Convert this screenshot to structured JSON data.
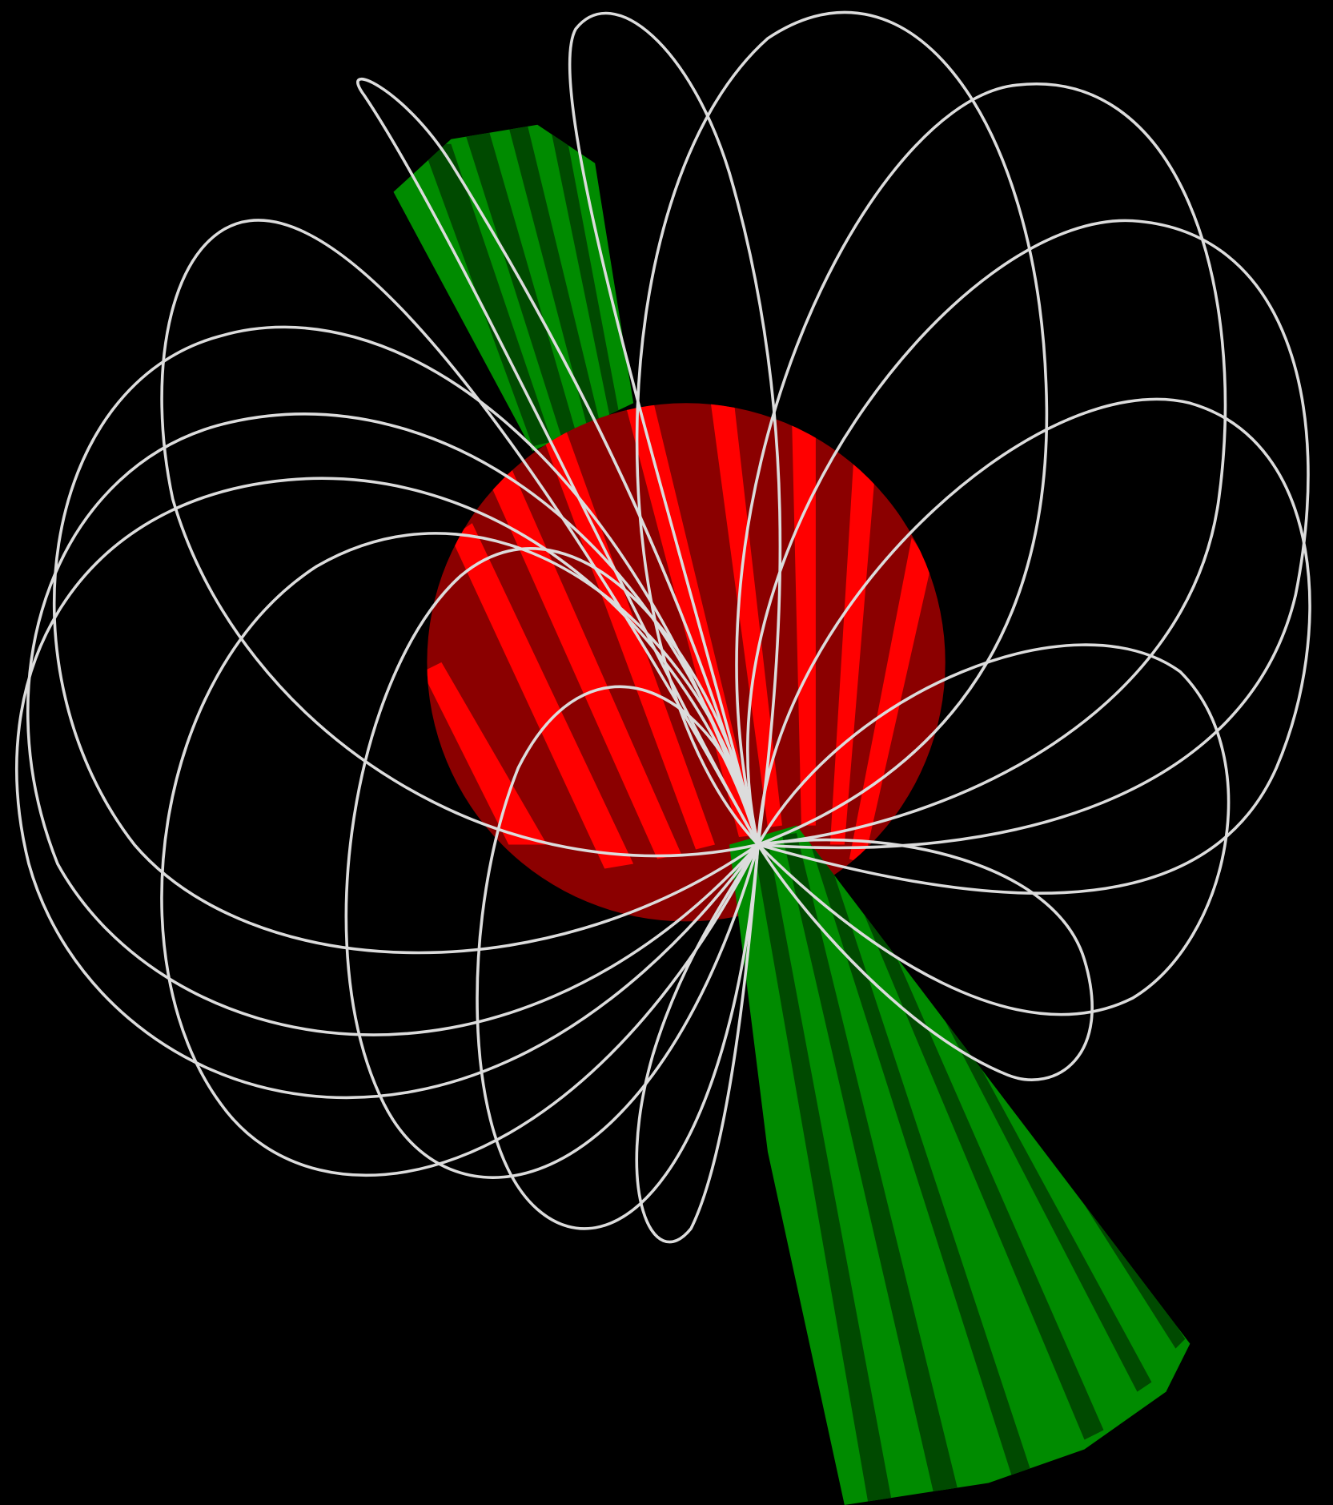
{
  "scene": {
    "background_color": "#000000",
    "star": {
      "shape": "sphere",
      "base_color": "#8b0000",
      "stripe_color": "#ff0000",
      "stripe_count": 9
    },
    "emission_beams": {
      "count": 2,
      "base_color": "#008b00",
      "stripe_color": "#004a00",
      "stripe_count": 7
    },
    "field_lines": {
      "color": "#dcdcdc",
      "loop_count": 14
    }
  }
}
